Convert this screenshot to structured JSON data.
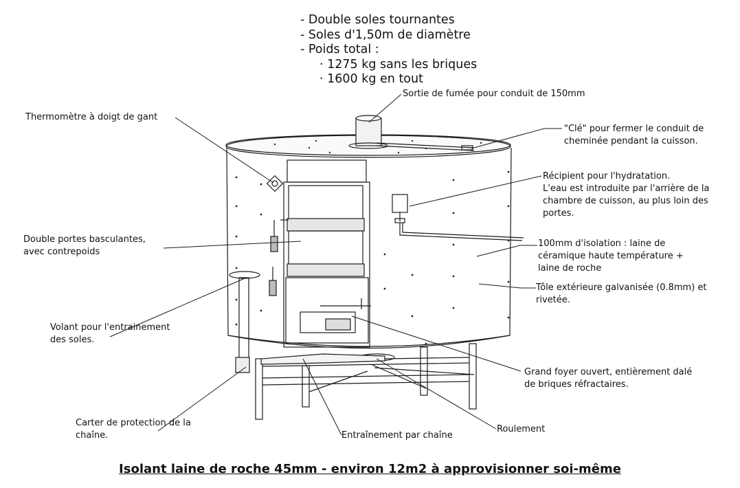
{
  "specs": {
    "line1": "- Double soles tournantes",
    "line2": "- Soles d'1,50m de diamètre",
    "line3": "- Poids total :",
    "line4": "· 1275 kg sans les briques",
    "line5": "· 1600 kg en tout"
  },
  "labels": {
    "fumee": "Sortie de fumée pour conduit de 150mm",
    "thermo": "Thermomètre à doigt de gant",
    "cle_1": "\"Clé\" pour fermer le conduit de",
    "cle_2": "cheminée pendant la cuisson.",
    "recip_1": "Récipient pour l'hydratation.",
    "recip_2": "L'eau est introduite par l'arrière de la",
    "recip_3": "chambre de cuisson, au plus loin des",
    "recip_4": "portes.",
    "portes_1": "Double portes basculantes,",
    "portes_2": "avec contrepoids",
    "isol_1": "100mm d'isolation : laine de",
    "isol_2": "céramique haute température +",
    "isol_3": "laine de roche",
    "tole_1": "Tôle extérieure galvanisée (0.8mm) et",
    "tole_2": "rivetée.",
    "volant_1": "Volant pour l'entrainement",
    "volant_2": "des soles.",
    "foyer_1": "Grand foyer ouvert, entièrement dalé",
    "foyer_2": "de briques réfractaires.",
    "carter_1": "Carter de protection de la",
    "carter_2": "chaîne.",
    "roulement": "Roulement",
    "chaine": "Entraînement par chaîne"
  },
  "caption": "Isolant laine de roche 45mm - environ 12m2 à approvisionner soi-même",
  "colors": {
    "line": "#1a1a1a",
    "background": "#ffffff",
    "door": "#c8c8c8"
  }
}
